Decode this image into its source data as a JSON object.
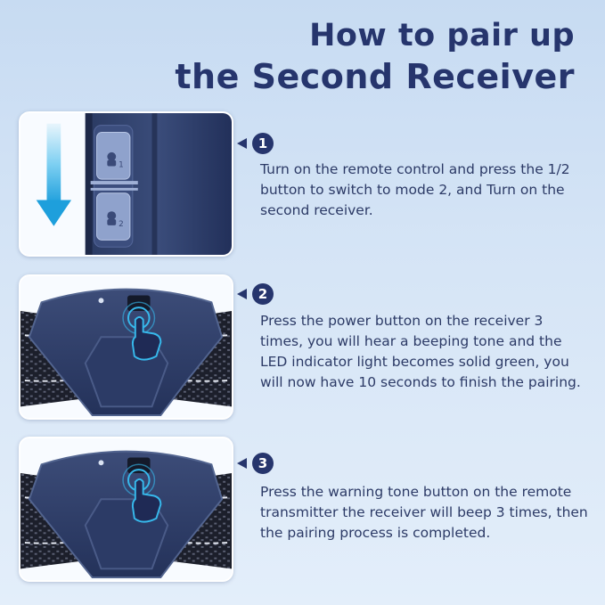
{
  "title": {
    "line1": "How to pair up",
    "line2": "the Second Receiver"
  },
  "steps": [
    {
      "number": "1",
      "text": "Turn on the remote control and press the 1/2 button to switch to mode 2, and Turn on the second receiver."
    },
    {
      "number": "2",
      "text": "Press the power button on the receiver 3 times, you will hear a beeping tone and the LED indicator light becomes solid green, you will now have 10 seconds to finish the pairing."
    },
    {
      "number": "3",
      "text": "Press the warning tone button on the remote transmitter the receiver will beep 3 times, then the pairing process is completed."
    }
  ],
  "colors": {
    "heading": "#26356d",
    "badge": "#26356d",
    "body_text": "#2c3a66",
    "arrow_cyan": "#29a8e0",
    "device_navy": "#2e3e66"
  },
  "icons": [
    "down-arrow-icon",
    "dog-icon",
    "pointing-hand-icon",
    "left-triangle-icon"
  ]
}
